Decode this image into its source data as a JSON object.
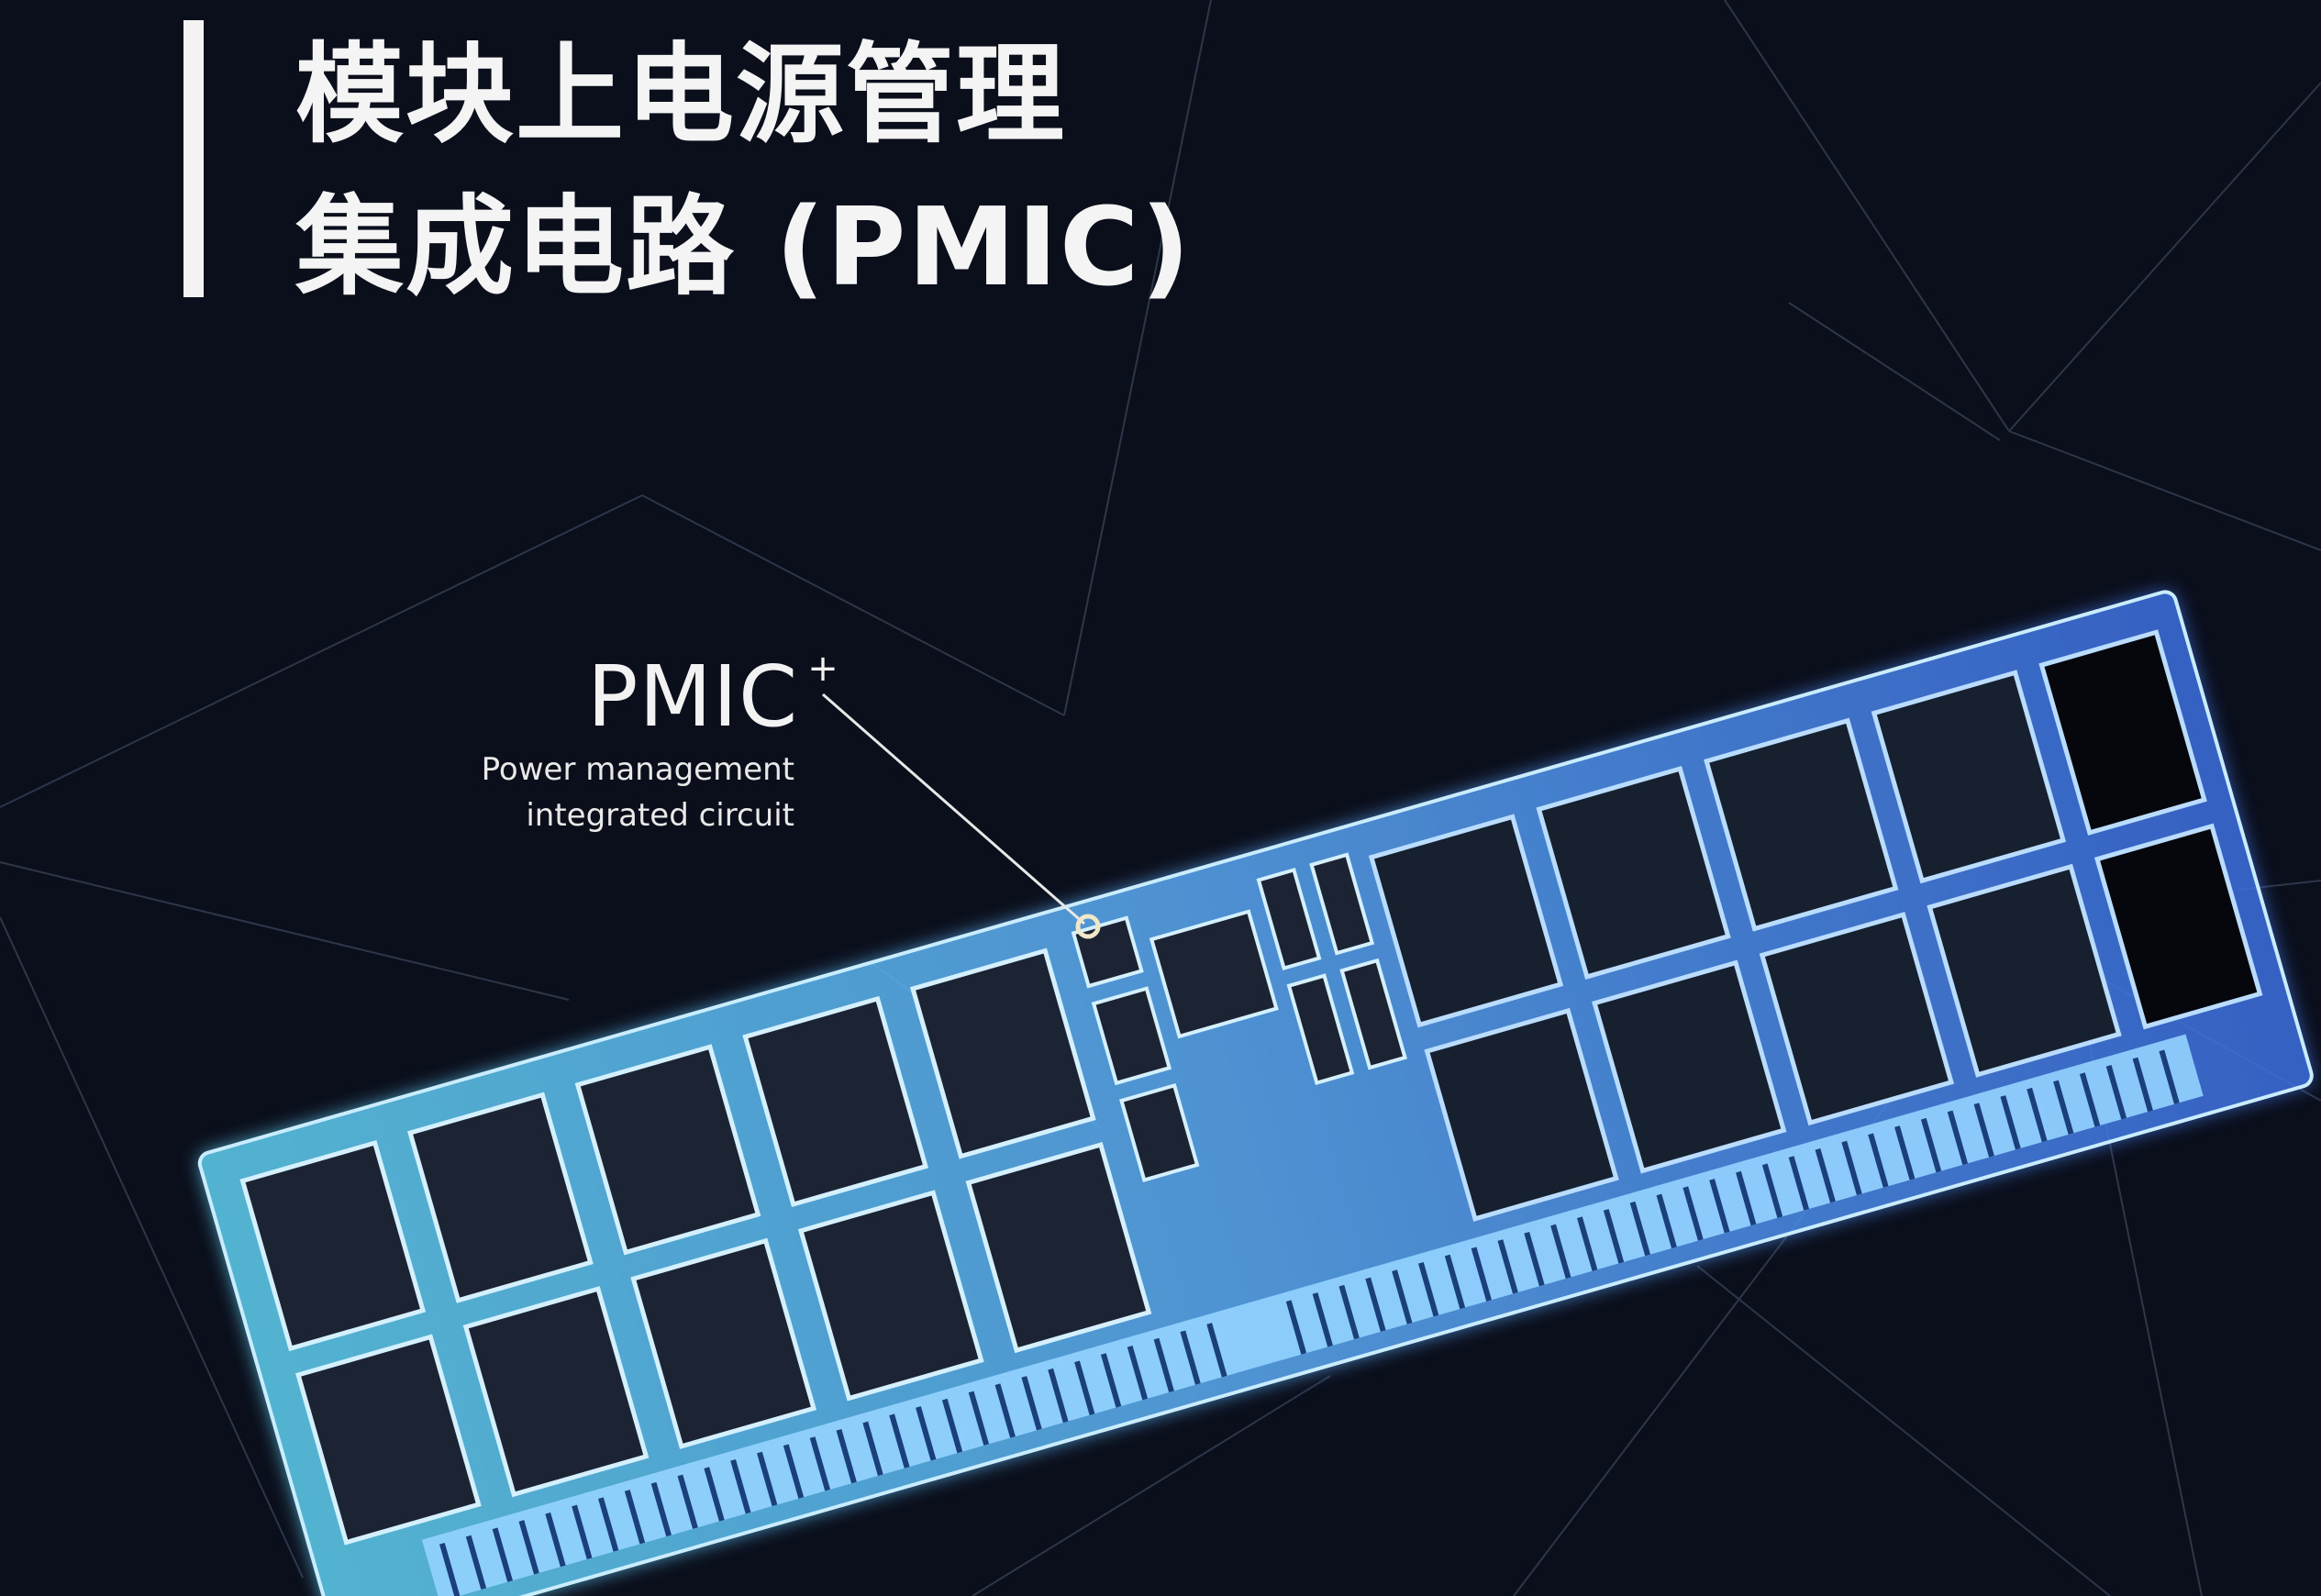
{
  "heading": {
    "line1": "模块上电源管理",
    "line2": "集成电路 (PMIC)"
  },
  "callout": {
    "title": "PMIC",
    "subtitle_line1": "Power management",
    "subtitle_line2": "integrated circuit",
    "marker": "+"
  },
  "colors": {
    "background": "#0b0f1c",
    "module_glow": "#5fb6ff",
    "module_outline": "#9ad2ff",
    "chip_fill": "#1c2433",
    "text": "#f3f3f3"
  }
}
